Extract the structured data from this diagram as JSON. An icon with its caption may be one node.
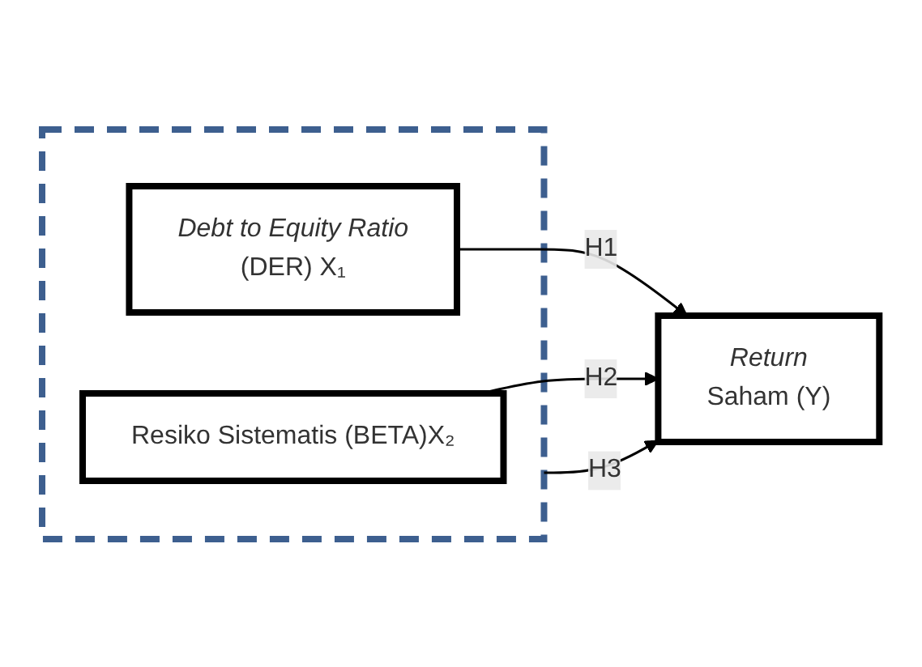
{
  "diagram": {
    "nodes": [
      {
        "text": [],
        "shape": "box"
      },
      {
        "text": [
          "Debt to Equity Ratio",
          "(DER) X₁"
        ],
        "in": 0
      },
      {
        "text": [
          "Resiko Sistematis (BETA)X₂"
        ],
        "in": 0
      },
      {
        "text": [
          "Return",
          "Saham (Y)"
        ]
      }
    ],
    "edges": [
      {
        "from": 1,
        "to": 3,
        "arrow": "to",
        "label": "H1"
      },
      {
        "from": 2,
        "to": 3,
        "arrow": "to",
        "label": "H2"
      },
      {
        "from": 0,
        "to": 3,
        "arrow": "to",
        "label": "H3"
      }
    ]
  }
}
